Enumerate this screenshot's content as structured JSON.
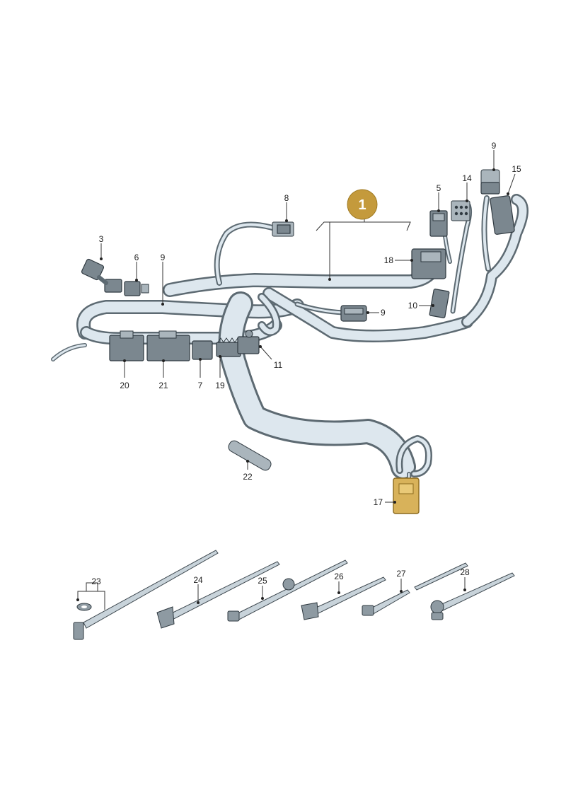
{
  "main_badge": {
    "label": "1",
    "color": "#c49a3c"
  },
  "highlight_color": "#d8b25a",
  "callouts": {
    "c3": "3",
    "c5": "5",
    "c6": "6",
    "c7": "7",
    "c8": "8",
    "c9a": "9",
    "c9b": "9",
    "c9c": "9",
    "c10": "10",
    "c11": "11",
    "c14": "14",
    "c15": "15",
    "c17": "17",
    "c18": "18",
    "c19": "19",
    "c20": "20",
    "c21": "21",
    "c22": "22",
    "c23": "23",
    "c24": "24",
    "c25": "25",
    "c26": "26",
    "c27": "27",
    "c28": "28"
  }
}
